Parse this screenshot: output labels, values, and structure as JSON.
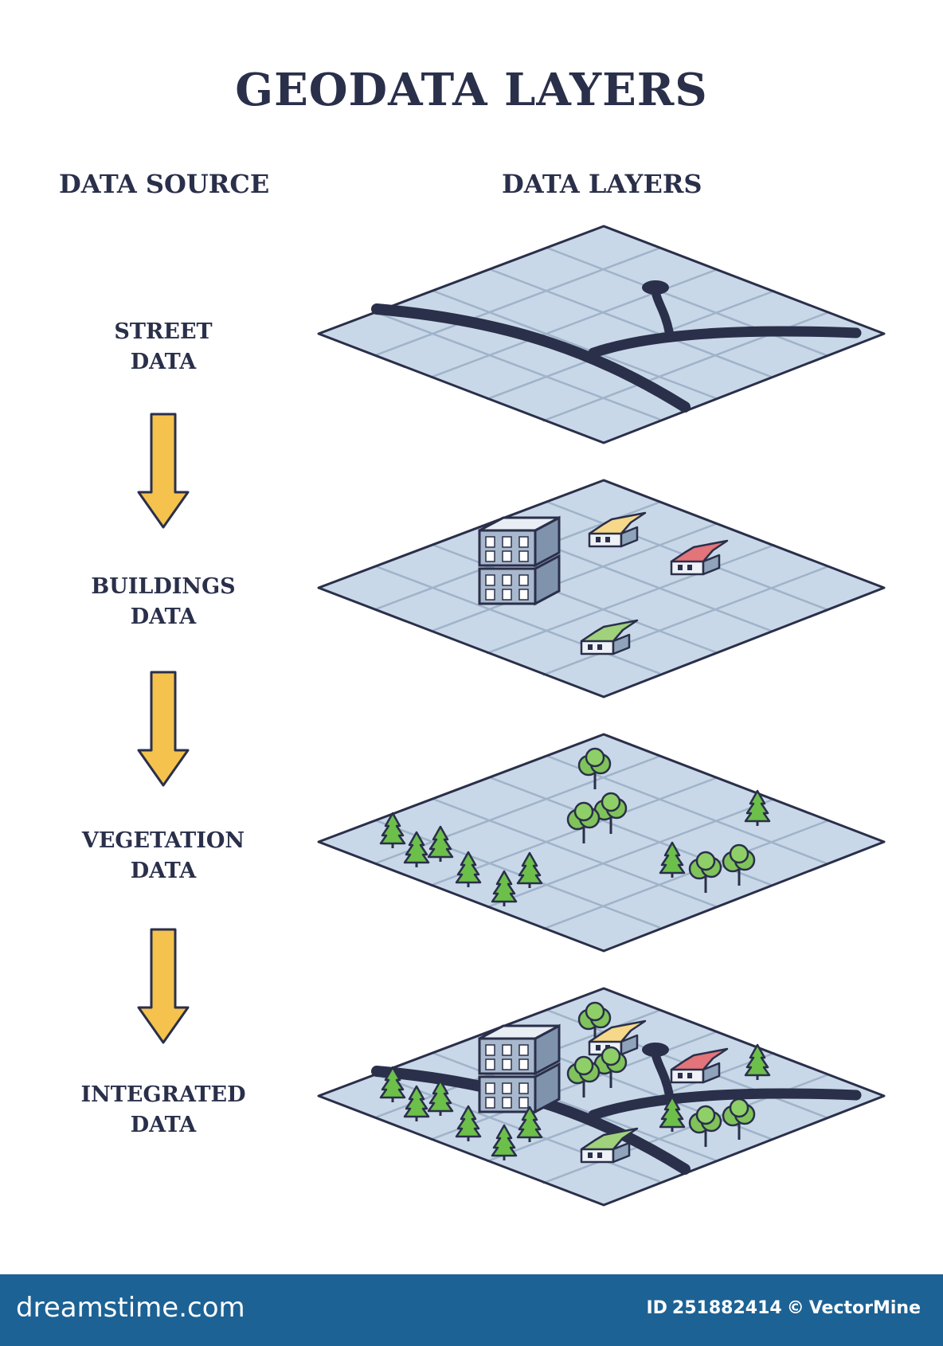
{
  "title": "GEODATA LAYERS",
  "columns": {
    "source": "DATA SOURCE",
    "layers": "DATA LAYERS"
  },
  "sources": [
    {
      "line1": "STREET",
      "line2": "DATA"
    },
    {
      "line1": "BUILDINGS",
      "line2": "DATA"
    },
    {
      "line1": "VEGETATION",
      "line2": "DATA"
    },
    {
      "line1": "INTEGRATED",
      "line2": "DATA"
    }
  ],
  "footer": {
    "brand": "dreamstime.com",
    "id_label": "ID",
    "id_value": "251882414",
    "copyright": "©",
    "author": "VectorMine"
  },
  "colors": {
    "title": "#2a2f4a",
    "plane_fill": "#c9d8e8",
    "plane_grid": "#9fb3ca",
    "outline": "#2a2f4a",
    "road": "#2a2f4a",
    "arrow": "#f4c24d",
    "building": "#a9b9cd",
    "house_roof_yellow": "#f6d889",
    "house_roof_red": "#e3747a",
    "house_roof_green": "#9fd27a",
    "tree_round": "#7fc35a",
    "tree_pine": "#6cc04a",
    "footer_bg": "#1c6295"
  },
  "icons": [
    "arrow-down-icon",
    "building-icon",
    "house-icon",
    "round-tree-icon",
    "pine-tree-icon",
    "road-icon"
  ]
}
